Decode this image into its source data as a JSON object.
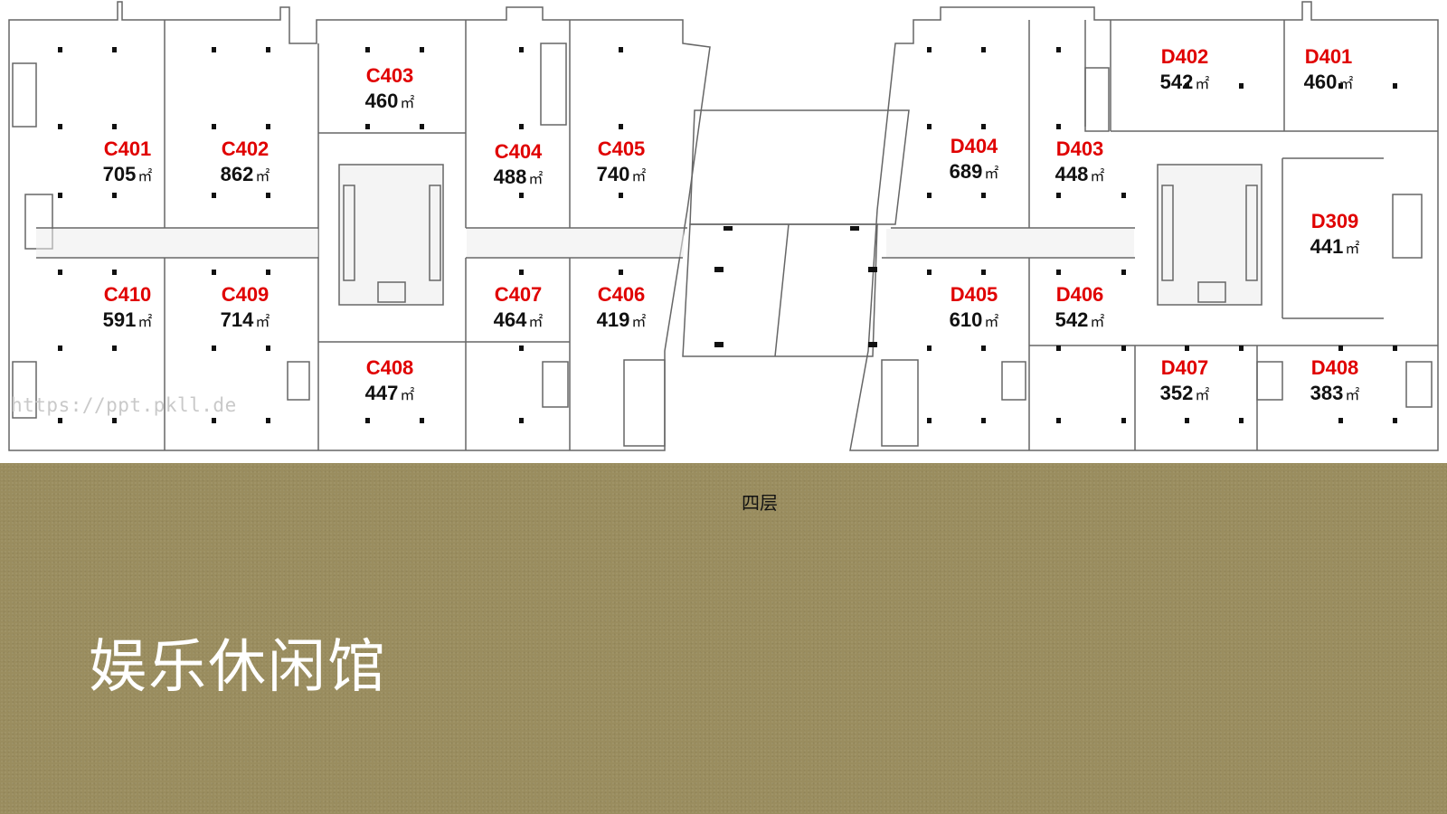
{
  "title": "娱乐休闲馆",
  "floor_label": "四层",
  "watermark": "https://ppt.pkll.de",
  "area_unit": "㎡",
  "colors": {
    "band": "#9a8d5f",
    "unit_code": "#e00000",
    "wall": "#666666",
    "corridor": "#ececec"
  },
  "units": [
    {
      "code": "C401",
      "area": "705"
    },
    {
      "code": "C402",
      "area": "862"
    },
    {
      "code": "C403",
      "area": "460"
    },
    {
      "code": "C404",
      "area": "488"
    },
    {
      "code": "C405",
      "area": "740"
    },
    {
      "code": "C410",
      "area": "591"
    },
    {
      "code": "C409",
      "area": "714"
    },
    {
      "code": "C407",
      "area": "464"
    },
    {
      "code": "C406",
      "area": "419"
    },
    {
      "code": "C408",
      "area": "447"
    },
    {
      "code": "D402",
      "area": "542"
    },
    {
      "code": "D401",
      "area": "460"
    },
    {
      "code": "D404",
      "area": "689"
    },
    {
      "code": "D403",
      "area": "448"
    },
    {
      "code": "D309",
      "area": "441"
    },
    {
      "code": "D405",
      "area": "610"
    },
    {
      "code": "D406",
      "area": "542"
    },
    {
      "code": "D407",
      "area": "352"
    },
    {
      "code": "D408",
      "area": "383"
    }
  ]
}
